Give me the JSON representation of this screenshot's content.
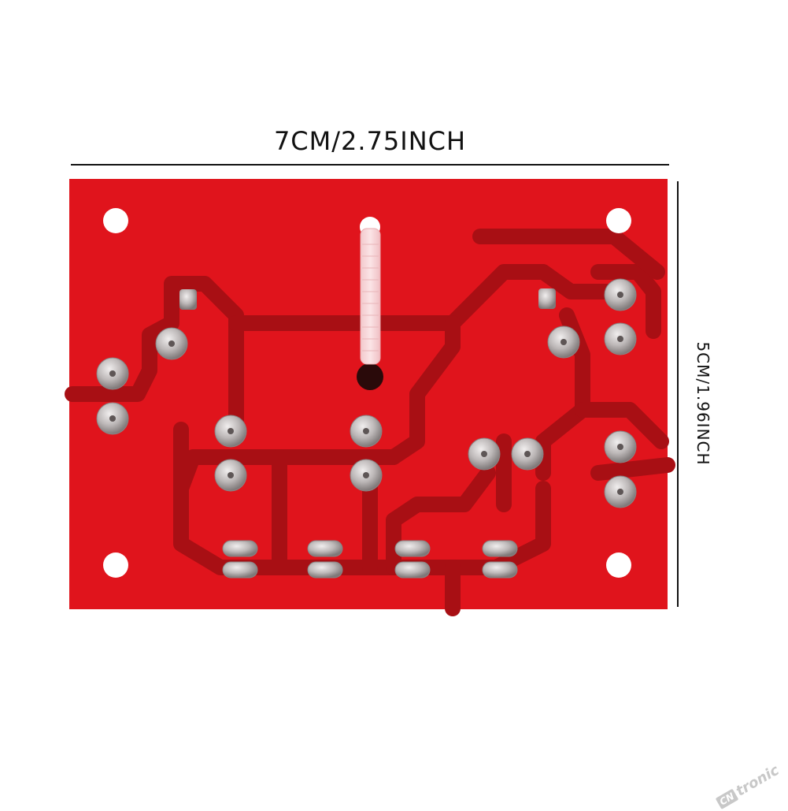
{
  "dimensions": {
    "width_label": "7CM/2.75INCH",
    "height_label": "5CM/1.96INCH"
  },
  "board": {
    "color": "#e0141c",
    "trace_color": "#a80f14"
  },
  "watermark": {
    "badge": "CN",
    "text": "tronic"
  }
}
